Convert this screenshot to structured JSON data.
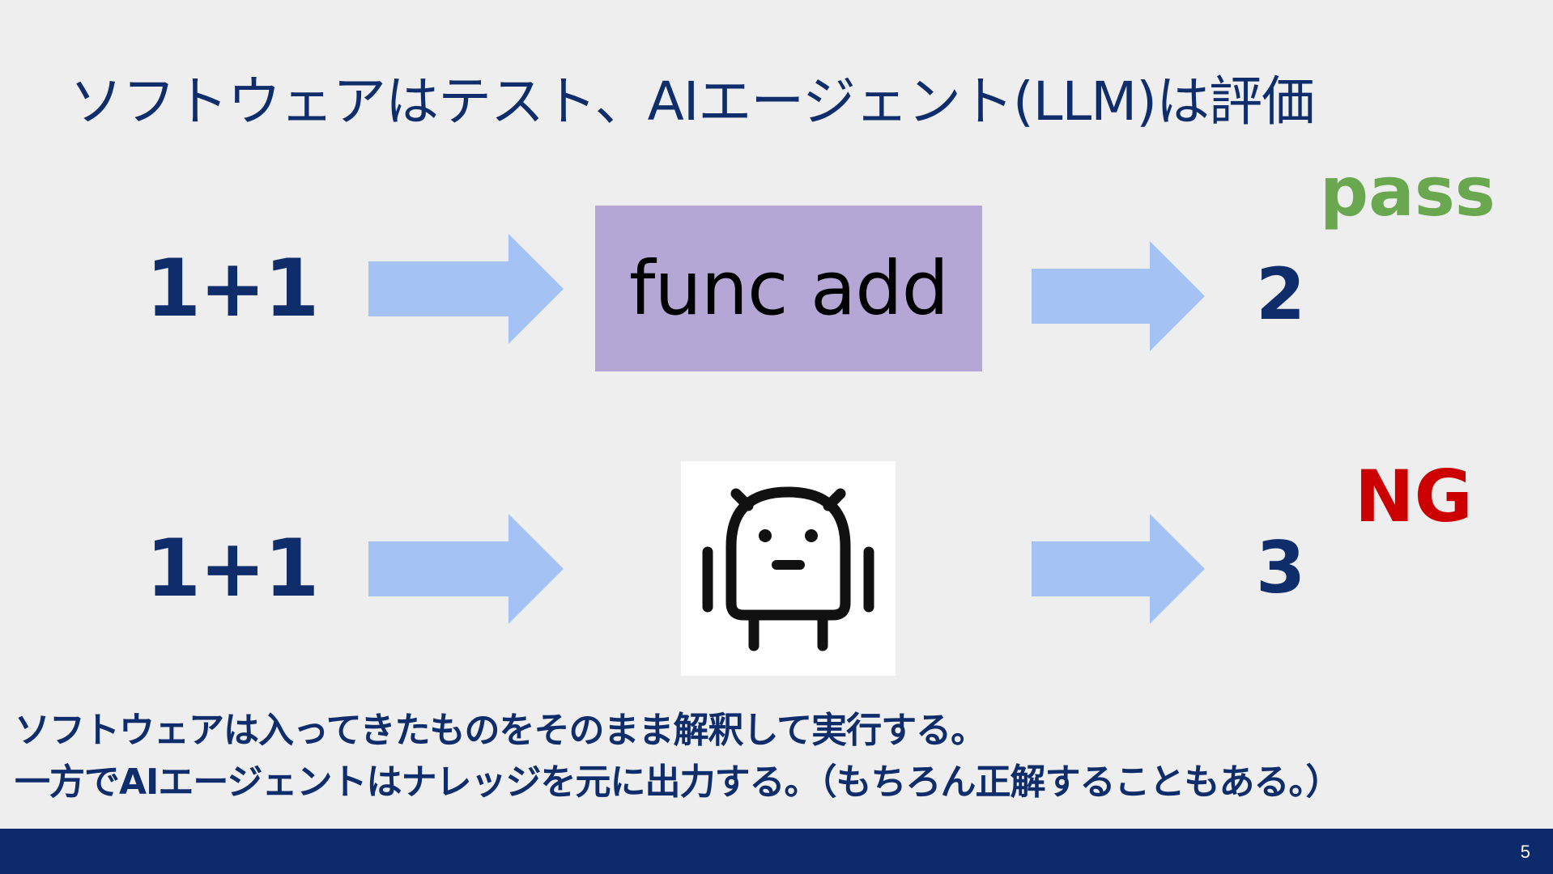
{
  "slide": {
    "title": "ソフトウェアはテスト、AIエージェント(LLM)は評価",
    "page_number": "5"
  },
  "rows": [
    {
      "input": "1+1",
      "processor_label": "func add",
      "output": "2",
      "verdict": "pass"
    },
    {
      "input": "1+1",
      "processor_icon": "robot-icon",
      "output": "3",
      "verdict": "NG"
    }
  ],
  "notes": [
    "ソフトウェアは入ってきたものをそのまま解釈して実行する。",
    "一方でAIエージェントはナレッジを元に出力する。（もちろん正解することもある。）"
  ],
  "colors": {
    "background": "#eeeeee",
    "text_navy": "#0f2d6b",
    "arrow": "#a4c2f4",
    "func_box": "#b4a7d6",
    "pass": "#6aa84f",
    "ng": "#cc0000",
    "footer": "#0d2a6b"
  }
}
